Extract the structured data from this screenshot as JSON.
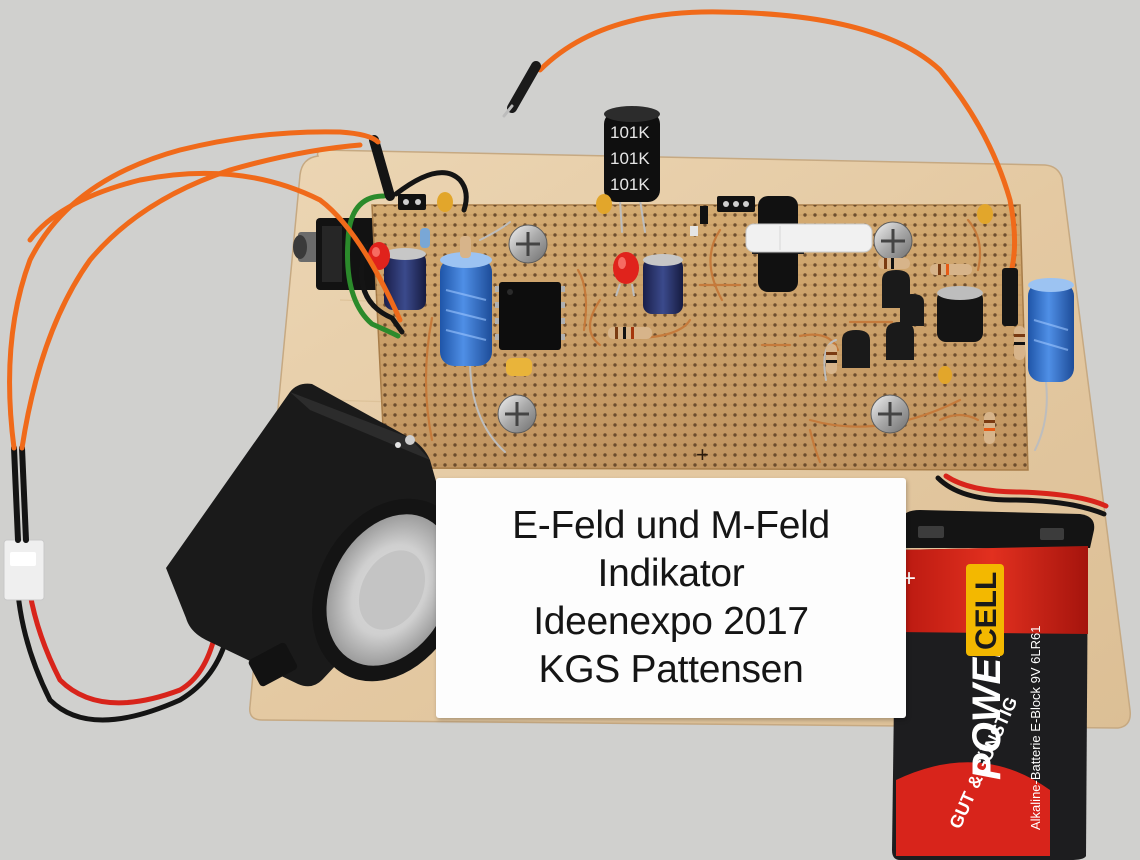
{
  "sign": {
    "line1": "E-Feld und M-Feld",
    "line2": "Indikator",
    "line3": "Ideenexpo 2017",
    "line4": "KGS Pattensen"
  },
  "inductor": {
    "marking": "101K"
  },
  "battery": {
    "brand": "POWER",
    "brand_suffix": "CELL",
    "slogan_top": "GUT",
    "slogan_amp": "&",
    "slogan_bottom": "GÜNSTIG",
    "description": "Alkaline-Batterie E-Block 9V 6LR61",
    "plus_sign": "+"
  },
  "colors": {
    "background": "#d2d2cf",
    "wood_board": "#e6cda8",
    "pcb": "#c9a067",
    "wire_orange": "#f06a1a",
    "battery_red": "#d8241b",
    "battery_black": "#1d1d1f",
    "speaker": "#1a1a1a",
    "capacitor_blue": "#2e6fd1"
  }
}
